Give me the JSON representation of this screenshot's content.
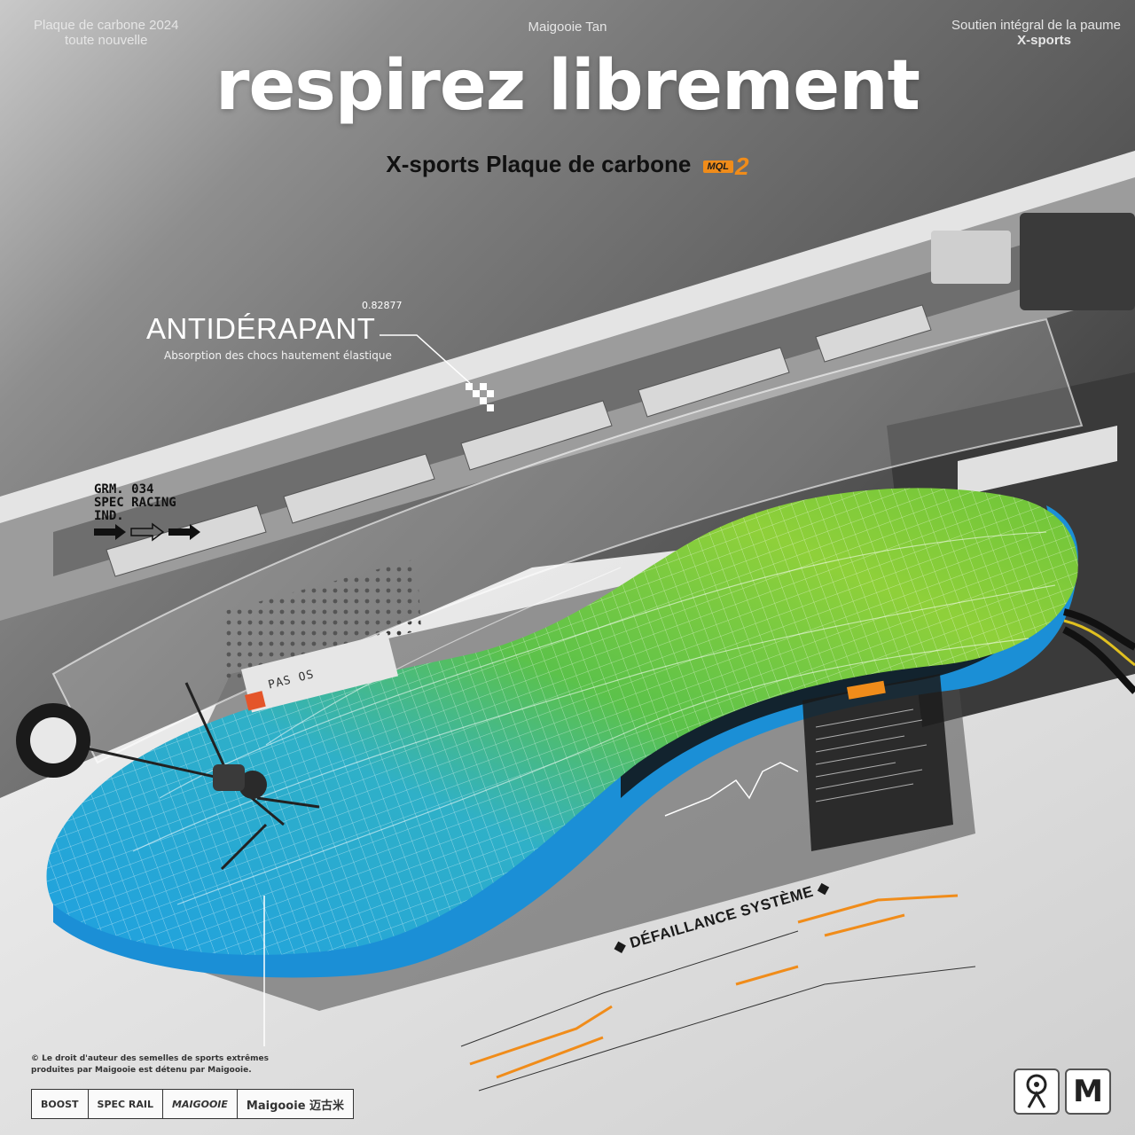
{
  "top_left": {
    "line1": "Plaque de carbone 2024",
    "line2": "toute nouvelle"
  },
  "top_center": "Maigooie  Tan",
  "top_right": {
    "line1": "Soutien intégral de la paume",
    "line2": "X-sports"
  },
  "headline": "respirez librement",
  "subline": "X-sports Plaque de carbone",
  "badge": {
    "box": "MQL",
    "num": "2"
  },
  "callout": {
    "code": "0.82877",
    "title": "ANTIDÉRAPANT",
    "subtitle": "Absorption des chocs hautement élastique"
  },
  "grm": {
    "line1": "GRM. 034",
    "line2": "SPEC RACING",
    "line3": "IND."
  },
  "machine_label": "PAS OS",
  "status": "DÉFAILLANCE SYSTÈME",
  "copyright": "© Le droit d'auteur des semelles de sports extrêmes produites par Maigooie est détenu par Maigooie.",
  "logos": [
    "BOOST",
    "SPEC RAIL",
    "MAIGOOIE",
    "Maigooie 迈古米"
  ],
  "brand_marks": [
    "M"
  ],
  "colors": {
    "accent_orange": "#f08c1a",
    "insole_green": "#7dc832",
    "insole_blue": "#1f9be0"
  }
}
